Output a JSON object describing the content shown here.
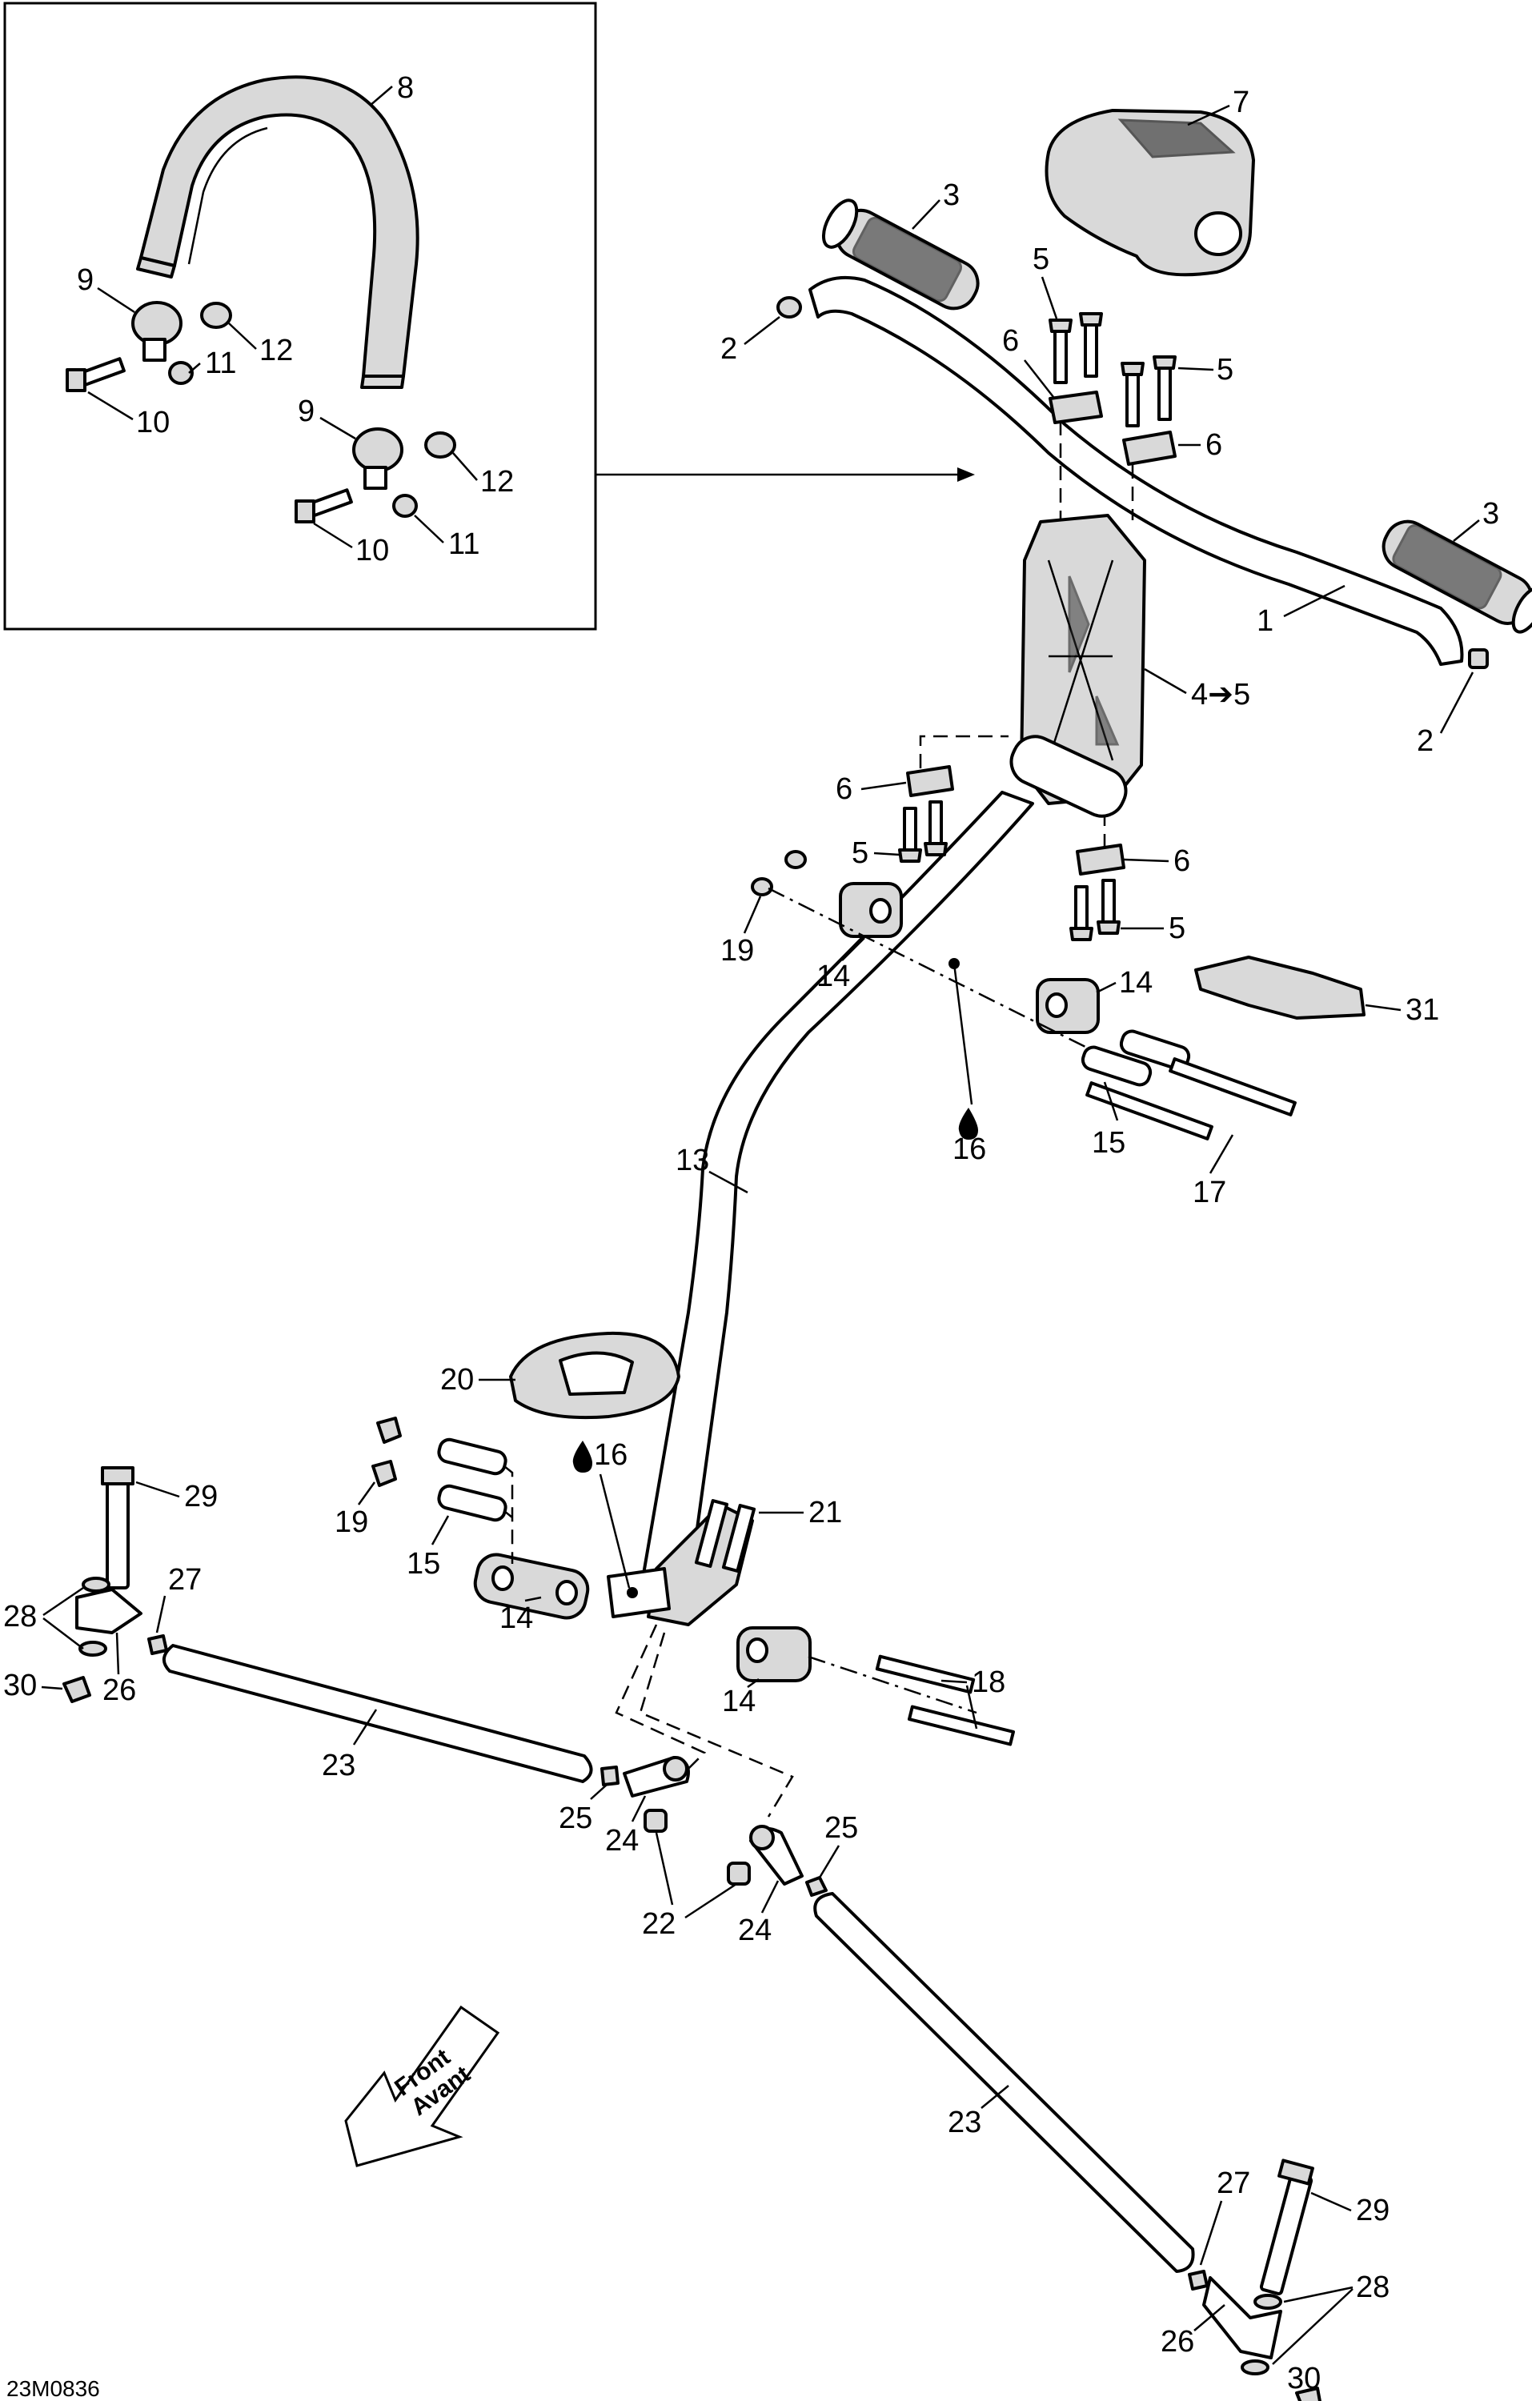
{
  "drawing_code": "23M0836",
  "front_arrow": {
    "line1": "Front",
    "line2": "Avant"
  },
  "callouts": {
    "c1": "1",
    "c2a": "2",
    "c2b": "2",
    "c3a": "3",
    "c3b": "3",
    "c45": "4➔5",
    "c5a": "5",
    "c5b": "5",
    "c5c": "5",
    "c5d": "5",
    "c6a": "6",
    "c6b": "6",
    "c6c": "6",
    "c6d": "6",
    "c7": "7",
    "c8": "8",
    "c9a": "9",
    "c9b": "9",
    "c10a": "10",
    "c10b": "10",
    "c11a": "11",
    "c11b": "11",
    "c12a": "12",
    "c12b": "12",
    "c13": "13",
    "c14a": "14",
    "c14b": "14",
    "c14c": "14",
    "c14d": "14",
    "c15a": "15",
    "c15b": "15",
    "c16a": "16",
    "c16b": "16",
    "c17": "17",
    "c18": "18",
    "c19a": "19",
    "c19b": "19",
    "c20": "20",
    "c21": "21",
    "c22": "22",
    "c23a": "23",
    "c23b": "23",
    "c24a": "24",
    "c24b": "24",
    "c25a": "25",
    "c25b": "25",
    "c26a": "26",
    "c26b": "26",
    "c27a": "27",
    "c27b": "27",
    "c28a": "28",
    "c28b": "28",
    "c29a": "29",
    "c29b": "29",
    "c30a": "30",
    "c30b": "30",
    "c31": "31"
  }
}
